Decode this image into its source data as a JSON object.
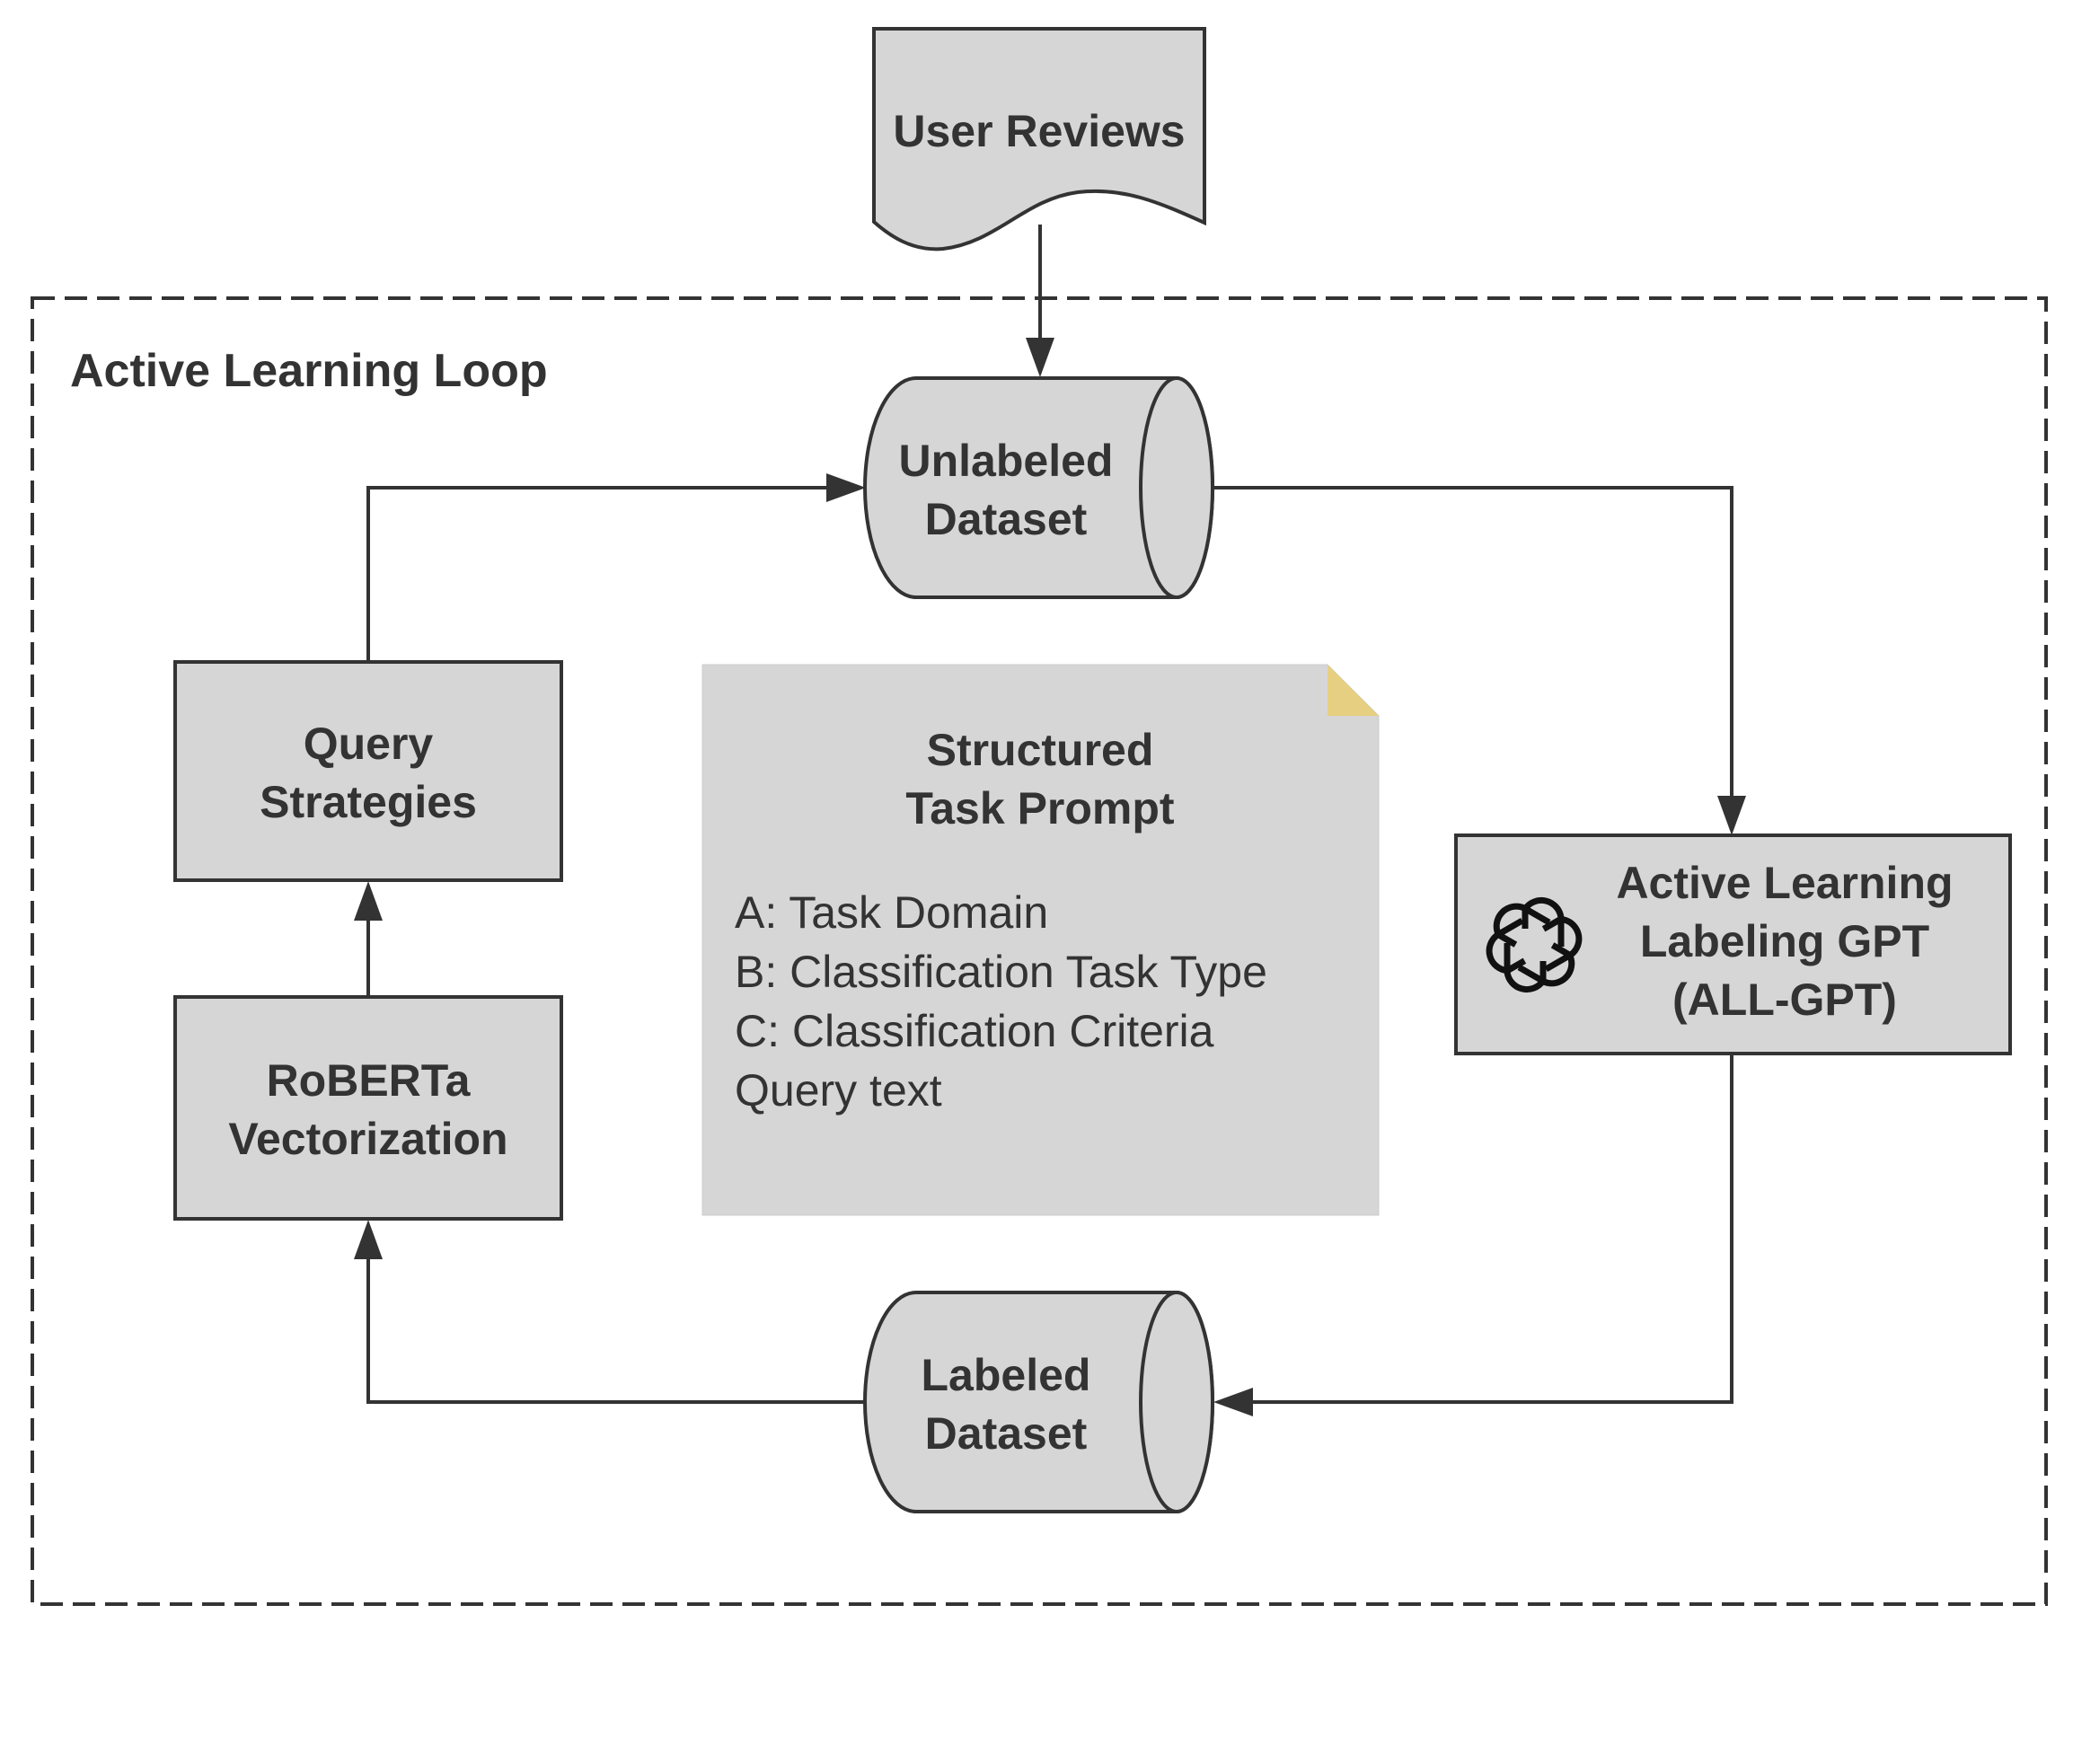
{
  "diagram": {
    "loop_label": "Active Learning Loop",
    "nodes": {
      "user_reviews": {
        "label": "User Reviews",
        "shape": "document"
      },
      "unlabeled_dataset": {
        "lines": [
          "Unlabeled",
          "Dataset"
        ],
        "shape": "cylinder"
      },
      "query_strategies": {
        "lines": [
          "Query",
          "Strategies"
        ],
        "shape": "rectangle"
      },
      "roberta": {
        "lines": [
          "RoBERTa",
          "Vectorization"
        ],
        "shape": "rectangle"
      },
      "all_gpt": {
        "lines": [
          "Active Learning",
          "Labeling GPT",
          "(ALL-GPT)"
        ],
        "shape": "rectangle",
        "icon": "openai-logo-icon"
      },
      "labeled_dataset": {
        "lines": [
          "Labeled",
          "Dataset"
        ],
        "shape": "cylinder"
      },
      "task_prompt": {
        "title_lines": [
          "Structured",
          "Task Prompt"
        ],
        "items": [
          "A: Task Domain",
          "B: Classification Task Type",
          "C: Classification Criteria",
          "Query text"
        ],
        "shape": "note"
      }
    },
    "edges": [
      {
        "from": "User Reviews",
        "to": "Unlabeled Dataset"
      },
      {
        "from": "Unlabeled Dataset",
        "to": "ALL-GPT"
      },
      {
        "from": "ALL-GPT",
        "to": "Labeled Dataset"
      },
      {
        "from": "Labeled Dataset",
        "to": "RoBERTa Vectorization"
      },
      {
        "from": "RoBERTa Vectorization",
        "to": "Query Strategies"
      },
      {
        "from": "Query Strategies",
        "to": "Unlabeled Dataset"
      }
    ],
    "colors": {
      "node_fill": "#d6d6d6",
      "stroke": "#333333",
      "note_fold": "#e6cf80",
      "background": "#ffffff"
    }
  }
}
